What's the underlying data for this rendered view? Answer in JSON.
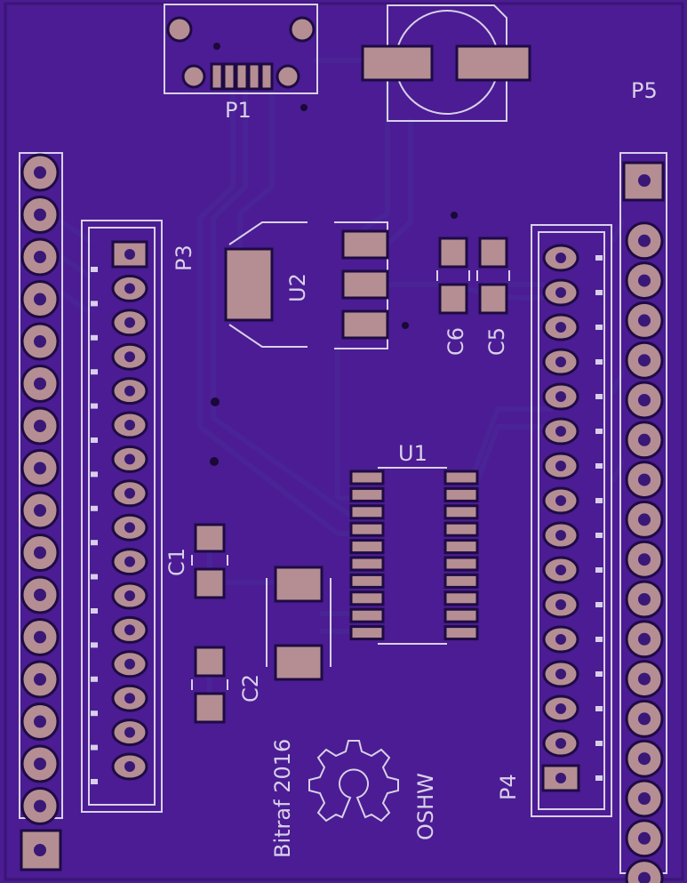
{
  "board": {
    "colors": {
      "substrate": "#4b1c93",
      "copper_trace": "#4a2396",
      "pad": "#b48e92",
      "silkscreen": "#d8d0ea",
      "outline": "#1e0b44"
    },
    "labels": {
      "p1": "P1",
      "p3": "P3",
      "p4": "P4",
      "p5": "P5",
      "u1": "U1",
      "u2": "U2",
      "c1": "C1",
      "c2": "C2",
      "c5": "C5",
      "c6": "C6",
      "credit": "Bitraf 2016",
      "oshw": "OSHW"
    },
    "icons": {
      "oshw_logo": "open-source-hardware-gear-icon"
    }
  }
}
